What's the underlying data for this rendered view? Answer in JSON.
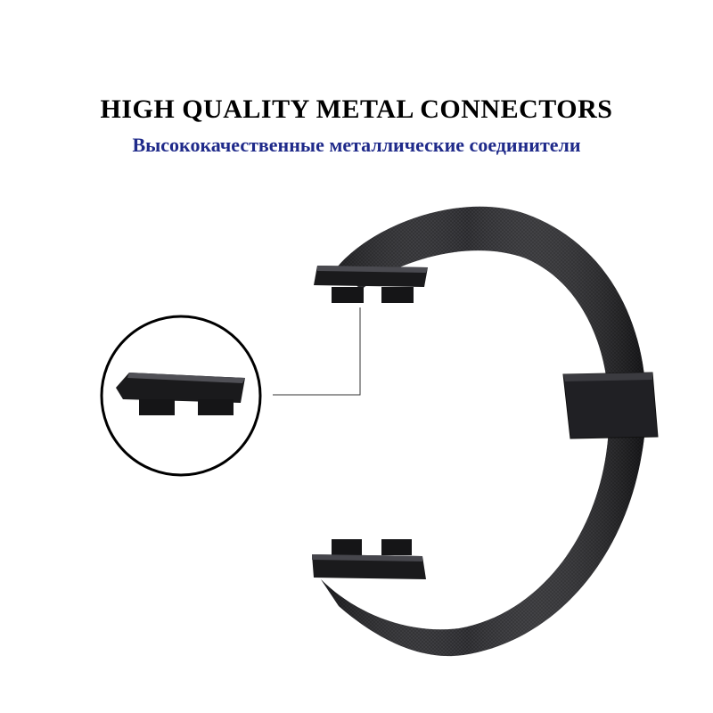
{
  "heading": {
    "title": "HIGH QUALITY METAL CONNECTORS",
    "subtitle": "Высококачественные металлические соединители"
  },
  "colors": {
    "background": "#ffffff",
    "title": "#000000",
    "subtitle": "#1f2a8a",
    "band": "#1c1c1e",
    "band_highlight": "#3a3a3e",
    "connector": "#1a1a1c"
  },
  "product": {
    "name": "milanese-loop-metal-band",
    "color_name": "black"
  }
}
